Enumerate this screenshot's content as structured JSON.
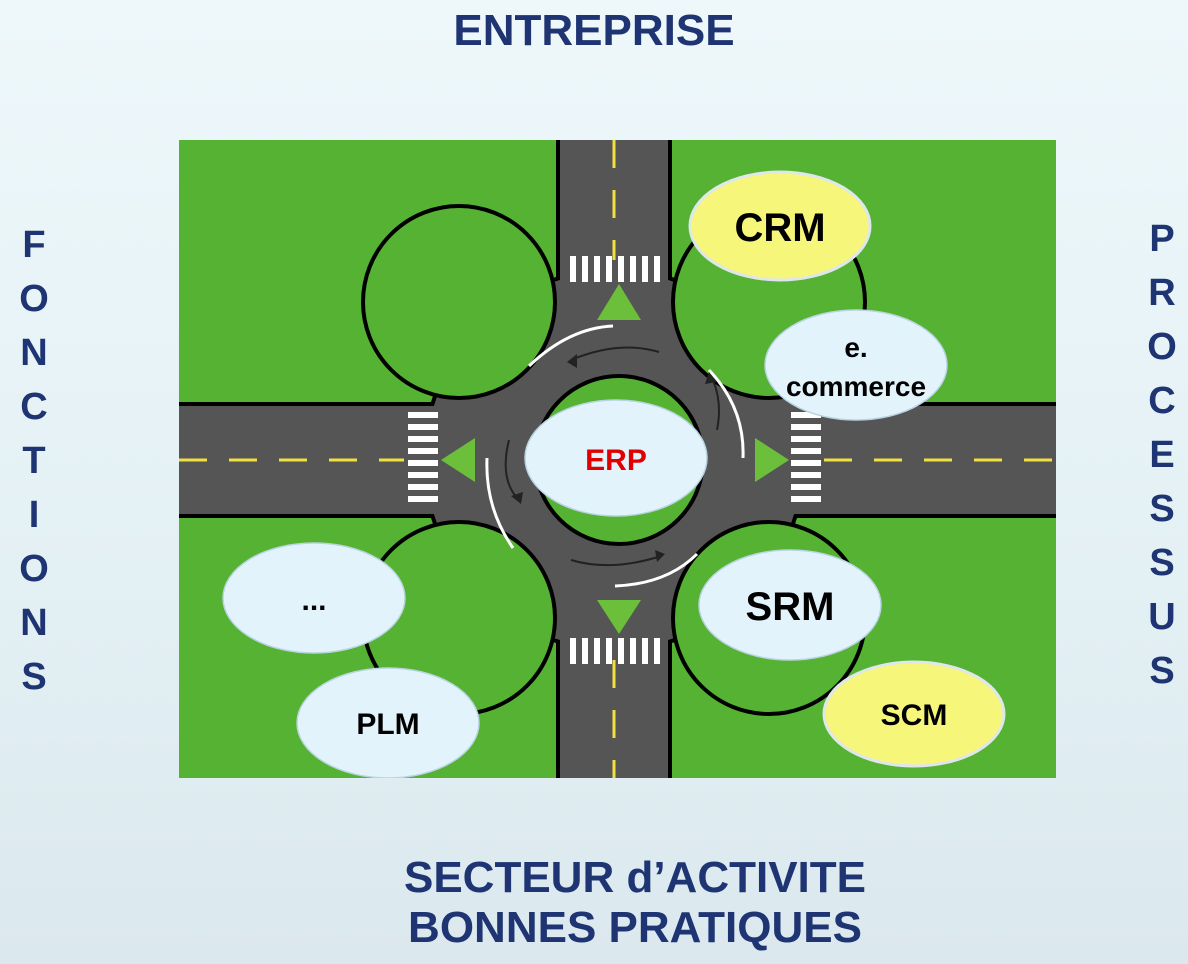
{
  "title_top": "ENTREPRISE",
  "left_label": "FONCTIONS",
  "right_label": "PROCESSUS",
  "bottom_line1": "SECTEUR d’ACTIVITE",
  "bottom_line2": "BONNES PRATIQUES",
  "bubbles": {
    "center": "ERP",
    "crm": "CRM",
    "ecommerce_line1": "e.",
    "ecommerce_line2": "commerce",
    "srm": "SRM",
    "scm": "SCM",
    "plm": "PLM",
    "etc": "..."
  },
  "colors": {
    "title": "#1f3472",
    "grass": "#55b233",
    "road": "#555555",
    "lane_marking": "#f0e040",
    "bubble_blue": "#e3f3fb",
    "bubble_yellow": "#f6f67a",
    "erp_text": "#e00000"
  }
}
